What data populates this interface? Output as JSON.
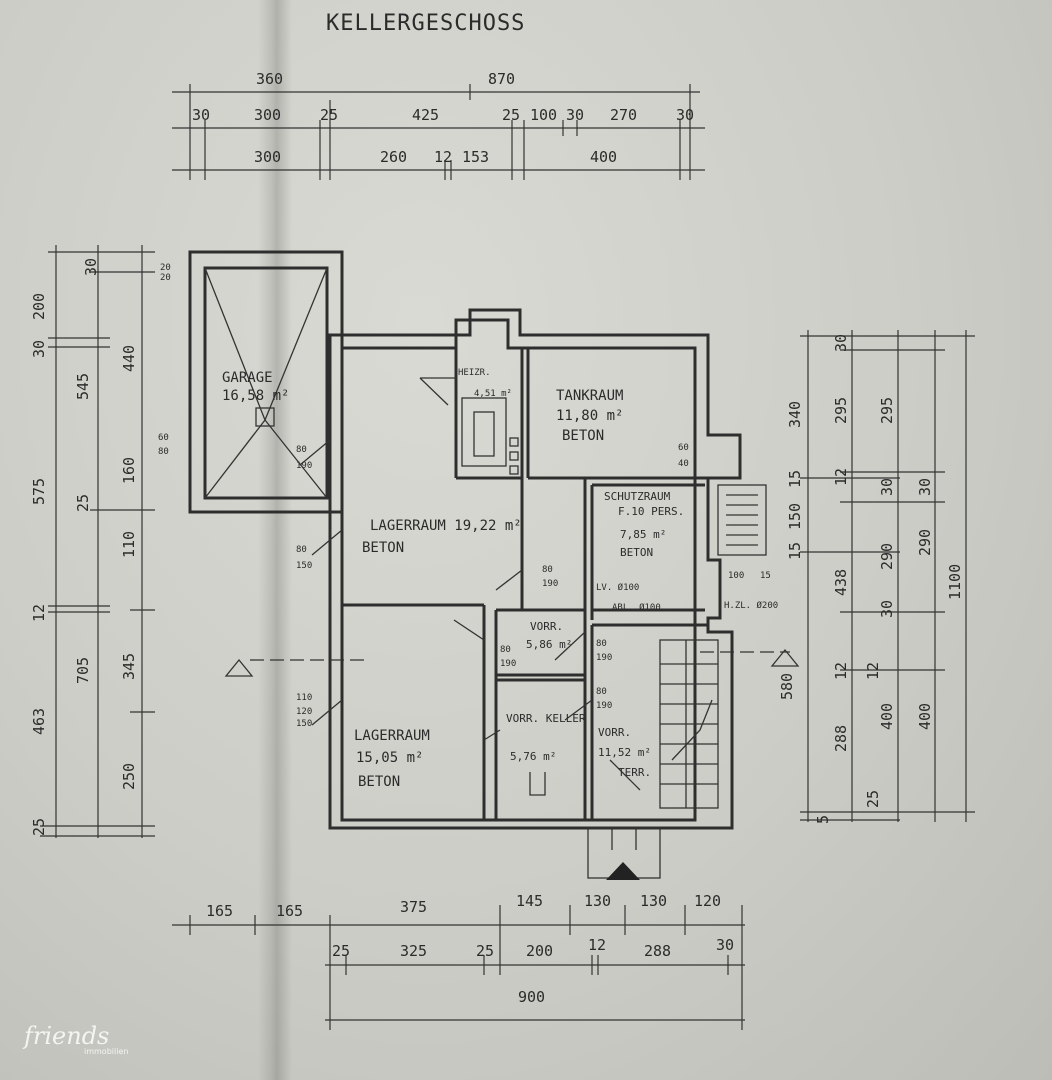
{
  "title": "KELLERGESCHOSS",
  "top_dims": {
    "row1": [
      "360",
      "870"
    ],
    "row2": [
      "30",
      "300",
      "25",
      "425",
      "25",
      "100",
      "30",
      "270",
      "30"
    ],
    "row3": [
      "300",
      "260",
      "12",
      "153",
      "400"
    ]
  },
  "bottom_dims": {
    "row1": [
      "165",
      "165",
      "375",
      "145",
      "130",
      "130",
      "120"
    ],
    "row2": [
      "25",
      "325",
      "25",
      "200",
      "12",
      "288",
      "30"
    ],
    "row3": [
      "900"
    ]
  },
  "left_dims": {
    "col1": [
      "575",
      "12",
      "463",
      "25"
    ],
    "col2": [
      "200",
      "30",
      "545",
      "25",
      "705"
    ],
    "col3": [
      "30",
      "440",
      "160",
      "110",
      "345",
      "250"
    ]
  },
  "right_dims": {
    "col1": [
      "340",
      "15",
      "150",
      "15",
      "438",
      "12",
      "288",
      "5"
    ],
    "col2": [
      "30",
      "295",
      "12",
      "290",
      "30",
      "12",
      "400",
      "25"
    ],
    "col3": [
      "295",
      "30",
      "290",
      "30",
      "400"
    ],
    "col4": [
      "1100"
    ],
    "col5": [
      "580"
    ]
  },
  "rooms": [
    {
      "name": "GARAGE",
      "area": "16,58 m²"
    },
    {
      "name": "HEIZR.",
      "area": "4,51 m²"
    },
    {
      "name": "TANKRAUM",
      "area": "11,80 m²",
      "material": "BETON"
    },
    {
      "name": "LAGERRAUM 19,22 m²",
      "material": "BETON"
    },
    {
      "name": "SCHUTZRAUM",
      "sub": "F.10 PERS.",
      "area": "7,85 m²",
      "material": "BETON"
    },
    {
      "name": "VORR.",
      "area": "5,86 m²"
    },
    {
      "name": "LAGERRAUM",
      "area": "15,05 m²",
      "material": "BETON"
    },
    {
      "name": "VORR. KELLER",
      "area": "5,76 m²"
    },
    {
      "name": "VORR.",
      "area": "11,52 m²",
      "extra": "TERR."
    }
  ],
  "door_labels": [
    "80",
    "190",
    "60",
    "80",
    "80",
    "190",
    "80",
    "110",
    "150",
    "120",
    "150",
    "80",
    "190",
    "80",
    "190",
    "80",
    "190",
    "100",
    "15",
    "60",
    "40",
    "20",
    "20"
  ],
  "notes": [
    "ABL. Ø100",
    "LV. Ø100",
    "H.ZL. Ø200"
  ],
  "logo": {
    "brand": "friends",
    "sub": "immobilien"
  }
}
